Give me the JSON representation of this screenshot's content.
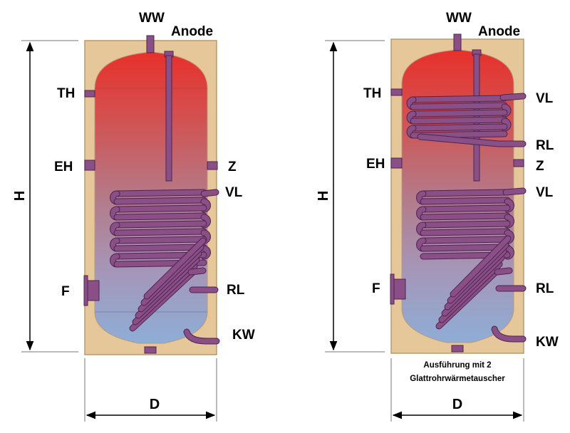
{
  "colors": {
    "insulation": "#e6c79a",
    "insulation_edge": "#b59a6e",
    "hot_water": "#e8302b",
    "cold_water": "#8eaed6",
    "pipe": "#8a4f86",
    "pipe_edge": "#4e2450",
    "pipe_highlight": "#b27db0"
  },
  "left_tank": {
    "labels": {
      "ww": "WW",
      "anode": "Anode",
      "th": "TH",
      "eh": "EH",
      "z": "Z",
      "vl": "VL",
      "f": "F",
      "rl": "RL",
      "kw": "KW"
    },
    "height_label": "H",
    "diameter_label": "D"
  },
  "right_tank": {
    "labels": {
      "ww": "WW",
      "anode": "Anode",
      "th": "TH",
      "eh": "EH",
      "vl_top": "VL",
      "rl_top": "RL",
      "z": "Z",
      "vl": "VL",
      "f": "F",
      "rl": "RL",
      "kw": "KW"
    },
    "height_label": "H",
    "diameter_label": "D",
    "caption_line1": "Ausführung mit 2",
    "caption_line2": "Glattrohrwärmetauscher"
  }
}
